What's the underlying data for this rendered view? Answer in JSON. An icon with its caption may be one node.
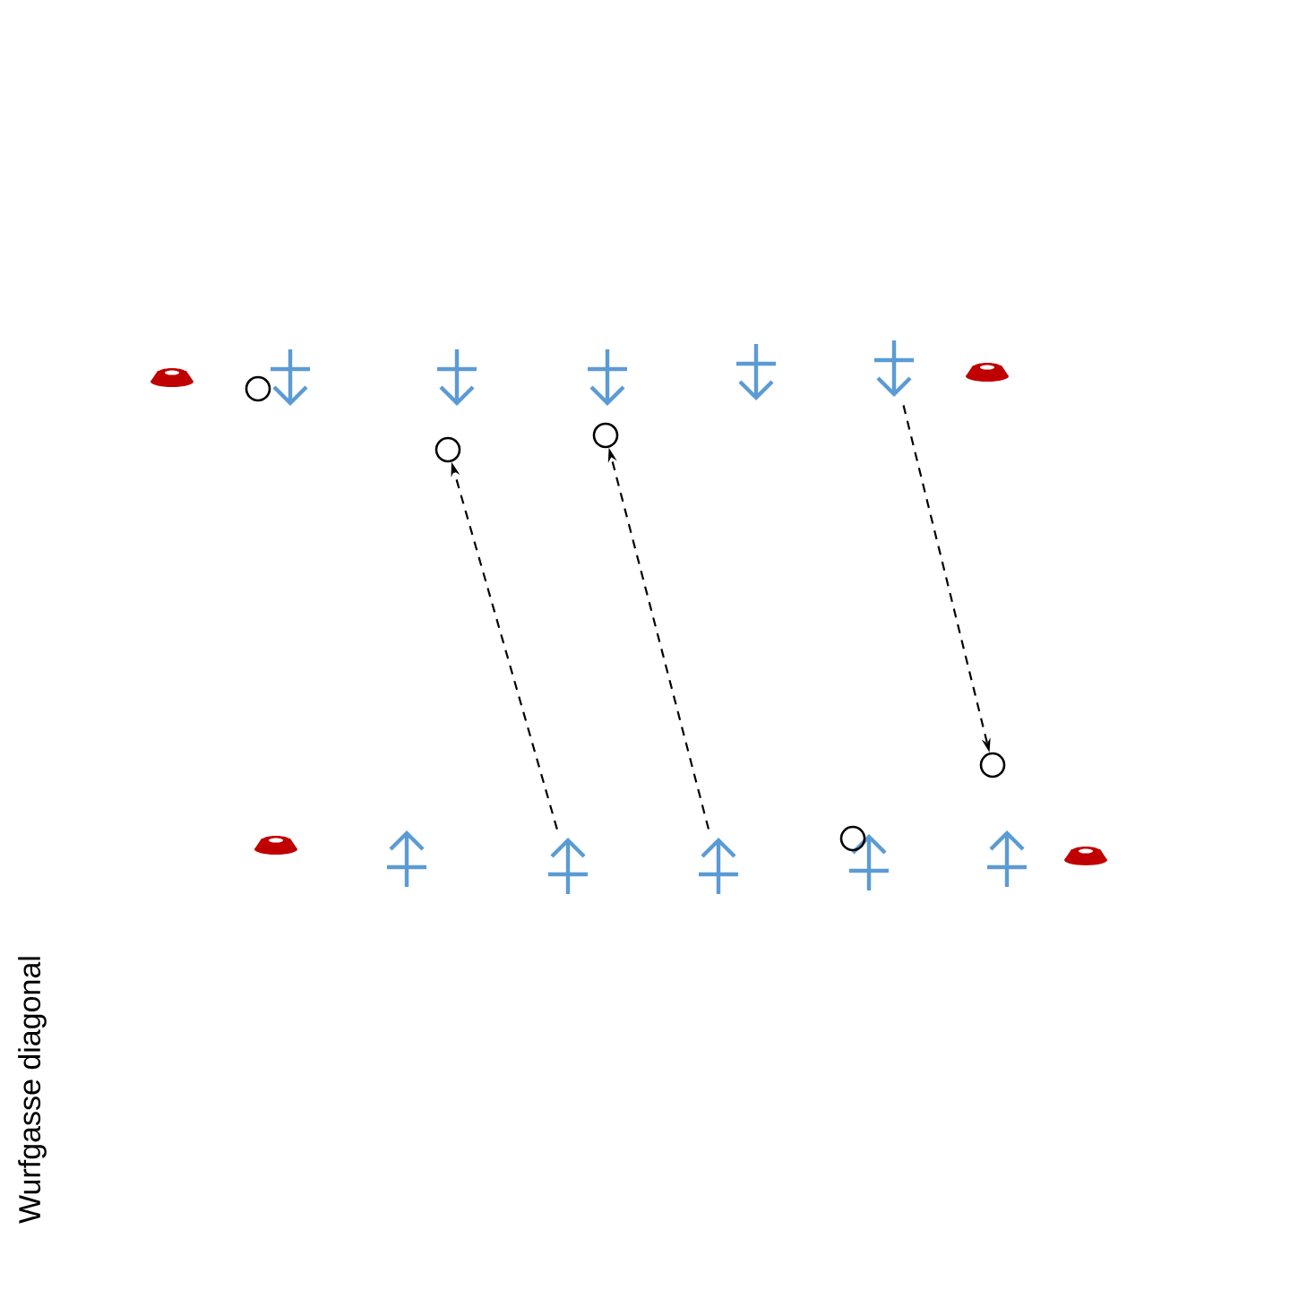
{
  "diagram": {
    "title": "Wurfgasse diagonal",
    "nodes": [
      {
        "text": [],
        "shape": "arrow"
      },
      {
        "text": [],
        "shape": "arrow"
      },
      {
        "text": [],
        "shape": "arrow"
      },
      {
        "text": [],
        "shape": "arrow"
      },
      {
        "text": [],
        "shape": "arrow"
      },
      {
        "text": [],
        "shape": "arrow"
      },
      {
        "text": [],
        "shape": "arrow"
      },
      {
        "text": [],
        "shape": "arrow"
      },
      {
        "text": [],
        "shape": "arrow"
      },
      {
        "text": [],
        "shape": "arrow"
      },
      {
        "text": [],
        "shape": "circle"
      },
      {
        "text": [],
        "shape": "circle"
      },
      {
        "text": [],
        "shape": "circle"
      },
      {
        "text": [],
        "shape": "circle"
      },
      {
        "text": [],
        "shape": "circle"
      }
    ],
    "edges": [
      {
        "from": 6,
        "to": 11,
        "arrow": "to",
        "style": "dashed"
      },
      {
        "from": 7,
        "to": 12,
        "arrow": "to",
        "style": "dashed"
      },
      {
        "from": 4,
        "to": 13,
        "arrow": "to",
        "style": "dashed"
      }
    ]
  }
}
